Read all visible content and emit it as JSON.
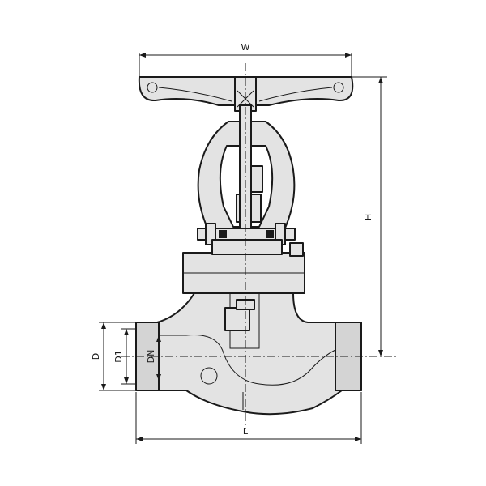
{
  "diagram": {
    "colors": {
      "fill": "#e3e3e3",
      "stroke": "#1a1a1a",
      "background": "#ffffff"
    },
    "dimensions": {
      "w": "W",
      "h": "H",
      "l": "L",
      "d": "D",
      "d1": "D1",
      "dn": "DN"
    }
  }
}
